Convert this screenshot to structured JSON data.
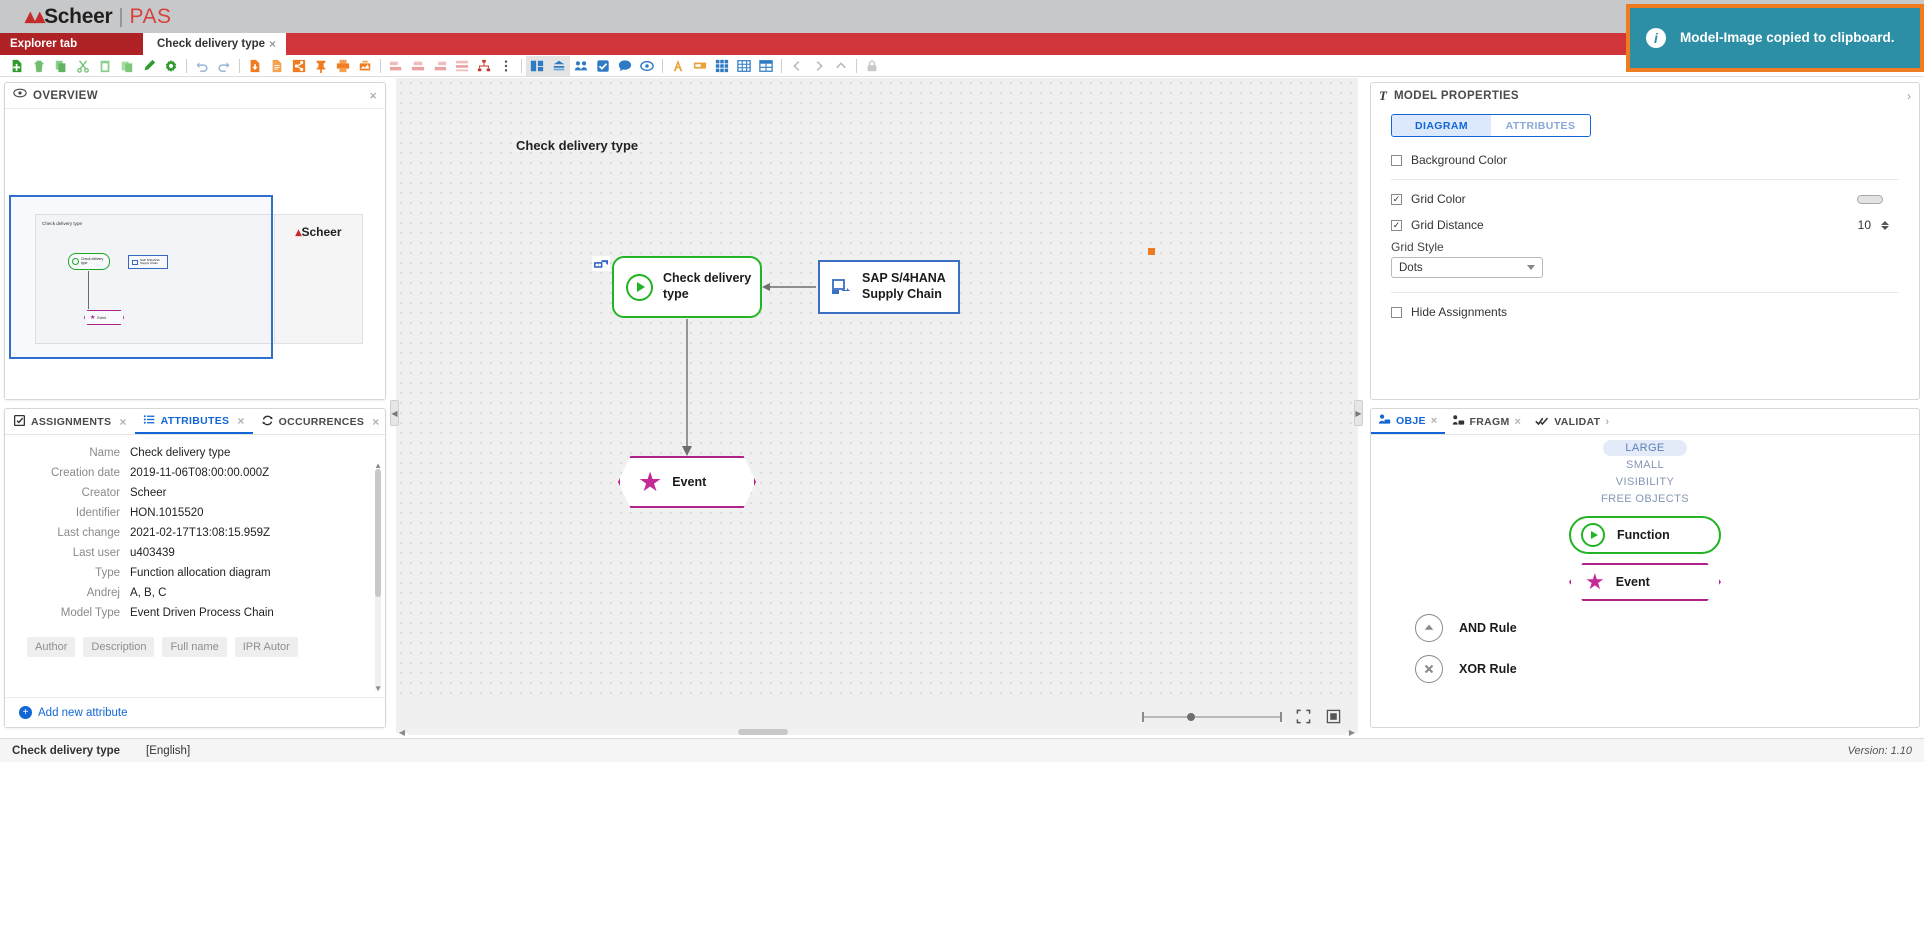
{
  "brand": {
    "mark": "ᴠ",
    "name": "Scheer",
    "sep": "|",
    "product": "PAS"
  },
  "tabs": {
    "explorer": "Explorer tab",
    "active": "Check delivery type",
    "close": "×"
  },
  "toolbar": {
    "groups": [
      {
        "items": [
          {
            "name": "new-document-icon",
            "title": "New"
          },
          {
            "name": "delete-icon",
            "title": "Delete"
          },
          {
            "name": "copy-icon",
            "title": "Copy"
          },
          {
            "name": "cut-icon",
            "title": "Cut"
          },
          {
            "name": "paste-icon",
            "title": "Paste"
          },
          {
            "name": "duplicate-icon",
            "title": "Duplicate"
          },
          {
            "name": "edit-pencil-icon",
            "title": "Edit"
          },
          {
            "name": "settings-gear-icon",
            "title": "Settings"
          }
        ]
      },
      {
        "items": [
          {
            "name": "undo-icon",
            "title": "Undo"
          },
          {
            "name": "redo-icon",
            "title": "Redo"
          }
        ]
      },
      {
        "items": [
          {
            "name": "export-icon",
            "title": "Export"
          },
          {
            "name": "report-icon",
            "title": "Report"
          },
          {
            "name": "share-icon",
            "title": "Share"
          },
          {
            "name": "pin-icon",
            "title": "Pin"
          },
          {
            "name": "print-icon",
            "title": "Print"
          },
          {
            "name": "image-export-icon",
            "title": "Copy model image"
          }
        ]
      },
      {
        "items": [
          {
            "name": "align-left-icon",
            "title": "Align left"
          },
          {
            "name": "align-center-icon",
            "title": "Align center"
          },
          {
            "name": "align-right-icon",
            "title": "Align right"
          },
          {
            "name": "distribute-icon",
            "title": "Distribute"
          },
          {
            "name": "hierarchy-icon",
            "title": "Hierarchy"
          },
          {
            "name": "more-vertical-icon",
            "title": "More"
          }
        ]
      },
      {
        "items": [
          {
            "name": "layout-grid-icon",
            "title": "Layout"
          },
          {
            "name": "swimlane-icon",
            "title": "Swimlanes"
          },
          {
            "name": "group-icon",
            "title": "Group"
          },
          {
            "name": "checkbox-icon",
            "title": "Validate"
          },
          {
            "name": "comment-icon",
            "title": "Comment"
          },
          {
            "name": "view-icon",
            "title": "View"
          }
        ]
      },
      {
        "items": [
          {
            "name": "text-format-icon",
            "title": "Font"
          },
          {
            "name": "highlight-icon",
            "title": "Highlight"
          },
          {
            "name": "grid-small-icon",
            "title": "Grid"
          },
          {
            "name": "table-icon",
            "title": "Table"
          },
          {
            "name": "table-alt-icon",
            "title": "Table alt"
          }
        ]
      },
      {
        "items": [
          {
            "name": "chevron-left-icon",
            "title": "Previous"
          },
          {
            "name": "chevron-right-icon",
            "title": "Next"
          },
          {
            "name": "chevron-up-icon",
            "title": "Up"
          }
        ]
      },
      {
        "items": [
          {
            "name": "lock-icon",
            "title": "Lock"
          }
        ]
      }
    ]
  },
  "toast": {
    "icon": "i",
    "message": "Model-Image copied to clipboard."
  },
  "overview": {
    "title": "OVERVIEW",
    "close": "×",
    "eye_icon": "eye-icon",
    "thumb": {
      "title": "Check delivery type",
      "function_label": "Check delivery\ntype",
      "sap_label": "SAP S/4HANA\nSupply Chain",
      "event_label": "Event",
      "logo_mark": "ᴠ",
      "logo_text": "Scheer"
    }
  },
  "left_tabs": [
    {
      "label": "ASSIGNMENTS",
      "icon": "assignments-icon",
      "active": false,
      "close": "×"
    },
    {
      "label": "ATTRIBUTES",
      "icon": "attributes-list-icon",
      "active": true,
      "close": "×"
    },
    {
      "label": "OCCURRENCES",
      "icon": "occurrences-refresh-icon",
      "active": false,
      "close": "×"
    }
  ],
  "attributes": {
    "rows": [
      {
        "label": "Name",
        "value": "Check delivery type"
      },
      {
        "label": "Creation date",
        "value": "2019-11-06T08:00:00.000Z"
      },
      {
        "label": "Creator",
        "value": "Scheer"
      },
      {
        "label": "Identifier",
        "value": "HON.1015520"
      },
      {
        "label": "Last change",
        "value": "2021-02-17T13:08:15.959Z"
      },
      {
        "label": "Last user",
        "value": "u403439"
      },
      {
        "label": "Type",
        "value": "Function allocation diagram"
      },
      {
        "label": "Andrej",
        "value": "A, B, C"
      },
      {
        "label": "Model Type",
        "value": "Event Driven Process Chain"
      }
    ],
    "chips": [
      "Author",
      "Description",
      "Full name",
      "IPR Autor"
    ],
    "add_attribute": "Add new attribute",
    "add_plus": "+"
  },
  "canvas": {
    "title": "Check delivery type",
    "nodes": [
      {
        "id": "function",
        "label": "Check delivery\ntype",
        "type": "function",
        "color": "#22b422"
      },
      {
        "id": "sap",
        "label": "SAP S/4HANA\nSupply Chain",
        "type": "system",
        "color": "#3a6fc4"
      },
      {
        "id": "event",
        "label": "Event",
        "type": "event",
        "color": "#b0218c"
      }
    ],
    "assignment_badge": "assignment-link-icon",
    "zoom": {
      "minus": "−",
      "plus": "+",
      "fit_icon": "fit-to-screen-icon",
      "actual_icon": "actual-size-icon"
    }
  },
  "properties": {
    "title": "MODEL PROPERTIES",
    "type_icon": "T",
    "close": "›",
    "segments": [
      {
        "label": "DIAGRAM",
        "active": true
      },
      {
        "label": "ATTRIBUTES",
        "active": false
      }
    ],
    "background_color": {
      "label": "Background Color",
      "checked": false
    },
    "grid_color": {
      "label": "Grid Color",
      "checked": true
    },
    "grid_distance": {
      "label": "Grid Distance",
      "checked": true,
      "value": "10"
    },
    "grid_style": {
      "label": "Grid Style",
      "value": "Dots"
    },
    "hide_assignments": {
      "label": "Hide Assignments",
      "checked": false
    },
    "check_mark": "☑"
  },
  "objects_panel": {
    "tabs": [
      {
        "label": "OBJE",
        "icon": "objects-icon",
        "active": true,
        "close": "×"
      },
      {
        "label": "FRAGM",
        "icon": "fragments-icon",
        "active": false,
        "close": "×"
      },
      {
        "label": "VALIDAT",
        "icon": "validation-icon",
        "active": false,
        "close": "›"
      }
    ],
    "filters": [
      {
        "label": "LARGE",
        "active": true
      },
      {
        "label": "SMALL",
        "active": false
      },
      {
        "label": "VISIBILITY",
        "active": false
      },
      {
        "label": "FREE OBJECTS",
        "active": false
      }
    ],
    "items": [
      {
        "label": "Function",
        "shape": "rounded",
        "color": "#22b422"
      },
      {
        "label": "Event",
        "shape": "hexagon",
        "color": "#b0218c"
      },
      {
        "label": "AND Rule",
        "shape": "circle",
        "glyph": "▲"
      },
      {
        "label": "XOR Rule",
        "shape": "circle",
        "glyph": "✕"
      }
    ]
  },
  "statusbar": {
    "model_name": "Check delivery type",
    "language": "[English]",
    "version": "Version: 1.10"
  }
}
